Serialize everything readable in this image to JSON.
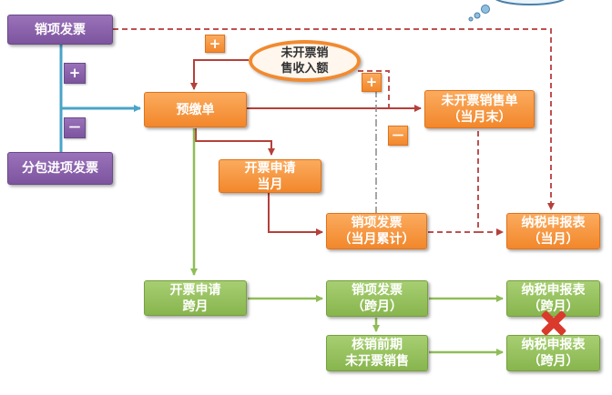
{
  "colors": {
    "purple": "#7d559e",
    "orange": "#f2872b",
    "green": "#88b54e",
    "red_arrow": "#b5403a",
    "blue_arrow": "#4aa3c8"
  },
  "nodes": {
    "sales_invoice_top": "销项发票",
    "subcontract_input_invoice": "分包进项发票",
    "uninvoiced_sales_revenue": "未开票销\n售收入额",
    "prepayment_slip": "预缴单",
    "uninvoiced_sales_slip": "未开票销售单\n（当月末）",
    "invoice_request_month": "开票申请\n当月",
    "sales_invoice_month_cum": "销项发票\n（当月累计）",
    "tax_return_month": "纳税申报表\n（当月）",
    "invoice_request_cross": "开票申请\n跨月",
    "sales_invoice_cross": "销项发票\n（跨月）",
    "tax_return_cross_1": "纳税申报表\n（跨月）",
    "writeoff_prior": "核销前期\n未开票销售",
    "tax_return_cross_2": "纳税申报表\n（跨月）"
  },
  "signs": {
    "plus_left": "+",
    "minus_left": "－",
    "plus_oval": "+",
    "plus_right": "+",
    "minus_right": "－"
  },
  "icons": [
    "cross-mark-icon",
    "thought-bubble-icon"
  ]
}
